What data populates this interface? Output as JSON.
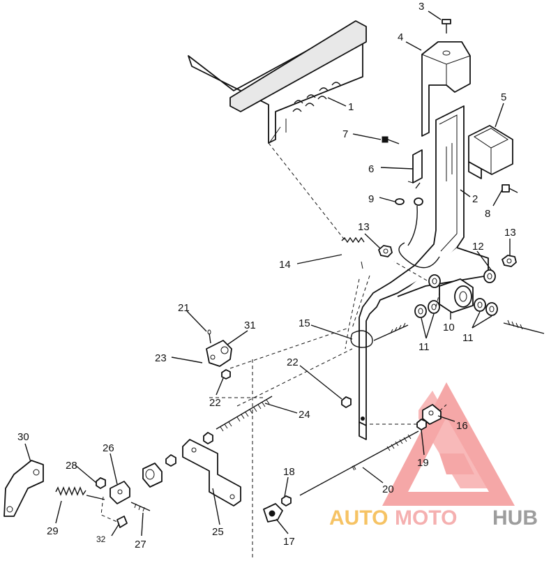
{
  "diagram": {
    "callouts": [
      {
        "id": "callout-1",
        "text": "1"
      },
      {
        "id": "callout-2",
        "text": "2"
      },
      {
        "id": "callout-3",
        "text": "3"
      },
      {
        "id": "callout-4",
        "text": "4"
      },
      {
        "id": "callout-5",
        "text": "5"
      },
      {
        "id": "callout-6",
        "text": "6"
      },
      {
        "id": "callout-7",
        "text": "7"
      },
      {
        "id": "callout-8",
        "text": "8"
      },
      {
        "id": "callout-9",
        "text": "9"
      },
      {
        "id": "callout-10",
        "text": "10"
      },
      {
        "id": "callout-11a",
        "text": "11"
      },
      {
        "id": "callout-11b",
        "text": "11"
      },
      {
        "id": "callout-12",
        "text": "12"
      },
      {
        "id": "callout-13a",
        "text": "13"
      },
      {
        "id": "callout-13b",
        "text": "13"
      },
      {
        "id": "callout-14",
        "text": "14"
      },
      {
        "id": "callout-15",
        "text": "15"
      },
      {
        "id": "callout-16",
        "text": "16"
      },
      {
        "id": "callout-17",
        "text": "17"
      },
      {
        "id": "callout-18",
        "text": "18"
      },
      {
        "id": "callout-19",
        "text": "19"
      },
      {
        "id": "callout-20",
        "text": "20"
      },
      {
        "id": "callout-21",
        "text": "21"
      },
      {
        "id": "callout-22a",
        "text": "22"
      },
      {
        "id": "callout-22b",
        "text": "22"
      },
      {
        "id": "callout-23",
        "text": "23"
      },
      {
        "id": "callout-24",
        "text": "24"
      },
      {
        "id": "callout-25",
        "text": "25"
      },
      {
        "id": "callout-26",
        "text": "26"
      },
      {
        "id": "callout-27",
        "text": "27"
      },
      {
        "id": "callout-28",
        "text": "28"
      },
      {
        "id": "callout-29",
        "text": "29"
      },
      {
        "id": "callout-30",
        "text": "30"
      },
      {
        "id": "callout-31",
        "text": "31"
      },
      {
        "id": "callout-32",
        "text": "32"
      }
    ]
  },
  "watermark": {
    "text_auto": "AUTO",
    "text_moto": "MOTO",
    "text_hub": "HUB",
    "colors": {
      "triangle": "#f28a8a",
      "auto": "#f5b94a",
      "moto": "#f4a3a3",
      "hub": "#8c8c8c"
    }
  }
}
